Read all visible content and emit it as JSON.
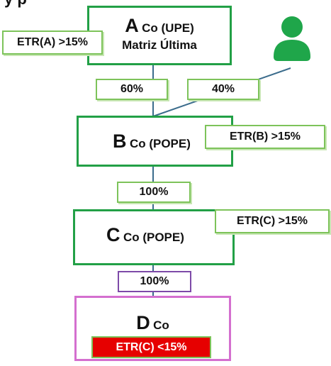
{
  "header_fragment": "y p",
  "entities": {
    "a": {
      "letter": "A",
      "suffix": "Co (UPE)",
      "subtitle": "Matriz Última"
    },
    "b": {
      "letter": "B",
      "suffix": "Co (POPE)"
    },
    "c": {
      "letter": "C",
      "suffix": "Co (POPE)"
    },
    "d": {
      "letter": "D",
      "suffix": "Co"
    }
  },
  "tags": {
    "etr_a": "ETR(A) >15%",
    "etr_b": "ETR(B) >15%",
    "etr_c": "ETR(C) >15%",
    "etr_d": "ETR(C) <15%"
  },
  "ownership": {
    "a_to_b": "60%",
    "person_to_b": "40%",
    "b_to_c": "100%",
    "c_to_d": "100%"
  },
  "colors": {
    "entity_border": "#22a046",
    "tag_border": "#7dc35a",
    "pink_border": "#d46fcf",
    "purple_border": "#7d4aa8",
    "alert_fill": "#e60000",
    "person_icon": "#1fa64a"
  },
  "icons": {
    "person": "person-icon"
  }
}
